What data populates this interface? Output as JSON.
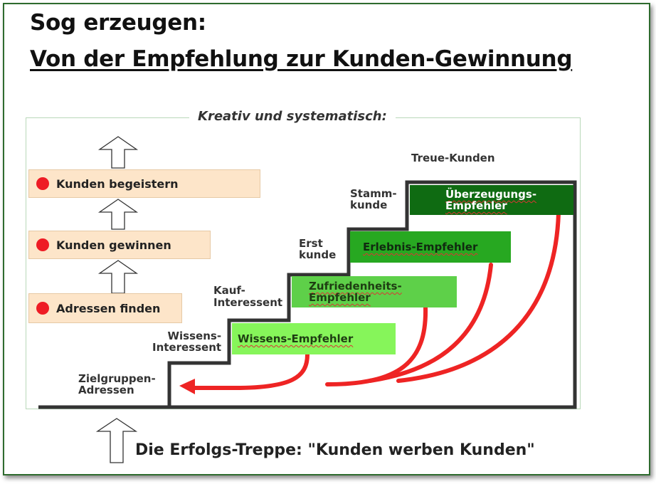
{
  "title": "Sog erzeugen:",
  "subtitle": "Von der Empfehlung zur Kunden-Gewinnung",
  "panel_caption": "Kreativ und systematisch:",
  "goals": [
    {
      "label": "Kunden begeistern"
    },
    {
      "label": "Kunden gewinnen"
    },
    {
      "label": "Adressen finden"
    }
  ],
  "stairs": {
    "top_label": "Treue-Kunden",
    "steps": [
      {
        "label": "Zielgruppen-\nAdressen"
      },
      {
        "label": "Wissens-\nInteressent",
        "box": "Wissens-Empfehler"
      },
      {
        "label": "Kauf-\nInteressent",
        "box": "Zufriedenheits-\nEmpfehler"
      },
      {
        "label": "Erst\nkunde",
        "box": "Erlebnis-Empfehler"
      },
      {
        "label": "Stamm-\nkunde",
        "box": "Überzeugungs-\nEmpfehler"
      }
    ]
  },
  "colors": {
    "box1": "#86f55a",
    "box2": "#5ed049",
    "box3": "#27a821",
    "box4": "#0f6b12",
    "arrow": "#ee2424",
    "goal_bg": "#fde5c9"
  },
  "footer": "Die Erfolgs-Treppe: \"Kunden werben Kunden\""
}
